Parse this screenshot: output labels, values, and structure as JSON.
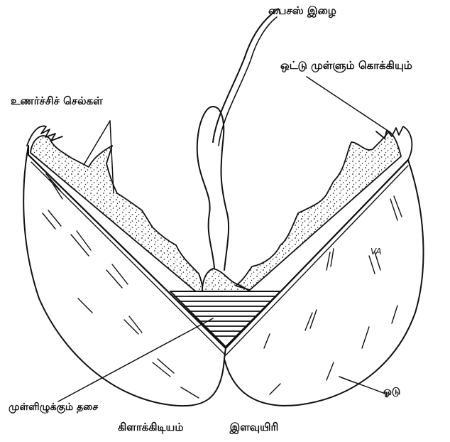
{
  "labels": {
    "byssus": "பைசஸ் இழை",
    "hinge_teeth": "ஒட்டு முள்ளும் கொக்கியும்",
    "sense_cells": "உணர்ச்சிச் செல்கள்",
    "adductor_muscle": "முள்ளிழுக்கும் தசை",
    "shell": "ஓடு",
    "shell_small": "VA",
    "caption": "கிளாக்கிடியம் இளவுயிரி"
  },
  "colors": {
    "ink": "#111111",
    "background": "#ffffff"
  }
}
